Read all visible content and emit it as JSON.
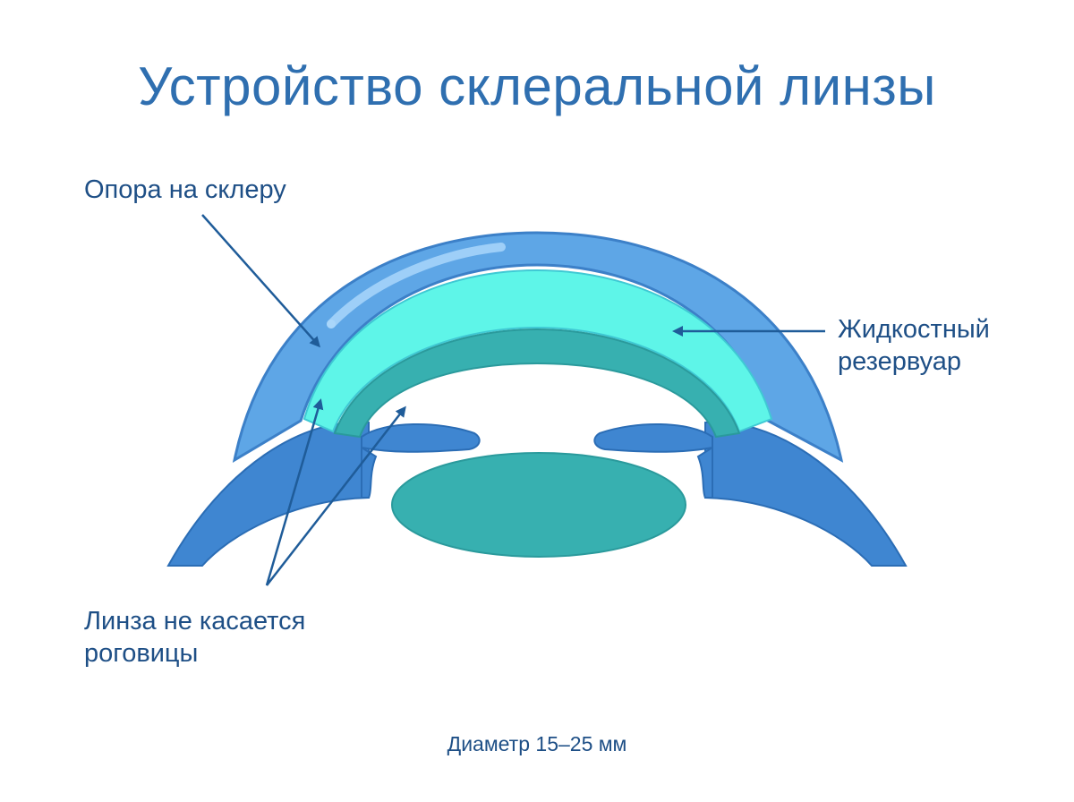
{
  "title": "Устройство склеральной линзы",
  "labels": {
    "support": "Опора на склеру",
    "reservoir": [
      "Жидкостный",
      "резервуар"
    ],
    "no_contact": [
      "Линза не касается",
      "роговицы"
    ]
  },
  "diameter": "Диаметр 15–25 мм",
  "colors": {
    "title": "#2f6fb0",
    "label_text": "#1e4f86",
    "scleral_lens": "#5ea6e6",
    "fluid_reservoir": "#5ef5e8",
    "cornea": "#37b0b0",
    "sclera_eye_wall": "#3f86d1",
    "crystalline_lens": "#37b0b0",
    "pointer": "#1f5c99"
  }
}
